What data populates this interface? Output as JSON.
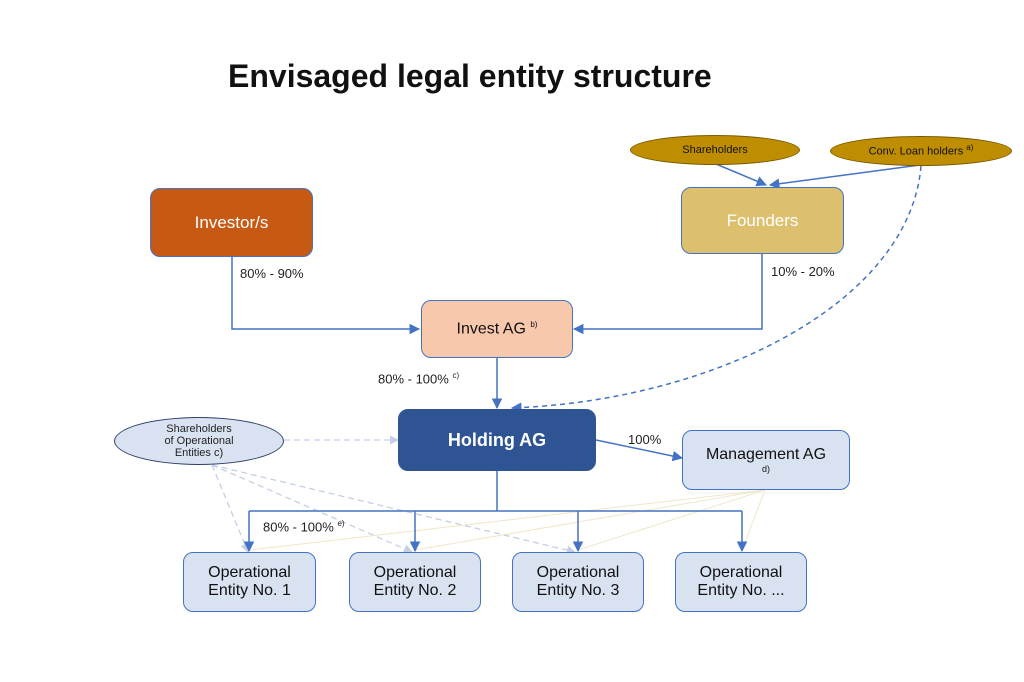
{
  "title": "Envisaged legal entity structure",
  "nodes": {
    "investors": {
      "label": "Investor/s",
      "color": "#c65a14"
    },
    "founders": {
      "label": "Founders",
      "color": "#dcc06e"
    },
    "shareholders": {
      "label": "Shareholders",
      "color": "#bf8e00"
    },
    "conv_loan_holders": {
      "label": "Conv. Loan holders",
      "note": "a)",
      "color": "#bf8e00"
    },
    "invest_ag": {
      "label": "Invest AG",
      "note": "b)",
      "color": "#f8c8ac"
    },
    "holding_ag": {
      "label": "Holding AG",
      "color": "#2e5494"
    },
    "management_ag": {
      "label": "Management AG",
      "note": "d)",
      "color": "#d9e2f1"
    },
    "shareholders_operational": {
      "line1": "Shareholders",
      "line2": "of Operational",
      "line3": "Entities c)",
      "color": "#d9e2f1"
    },
    "operational": [
      {
        "line1": "Operational",
        "line2": "Entity No. 1"
      },
      {
        "line1": "Operational",
        "line2": "Entity No. 2"
      },
      {
        "line1": "Operational",
        "line2": "Entity No. 3"
      },
      {
        "line1": "Operational",
        "line2": "Entity No. ..."
      }
    ]
  },
  "edges": {
    "investors_to_invest": "80% - 90%",
    "founders_to_invest": "10% - 20%",
    "invest_to_holding": {
      "text": "80% - 100%",
      "note": "c)"
    },
    "holding_to_management": "100%",
    "holding_to_operational": {
      "text": "80% - 100%",
      "note": "e)"
    }
  },
  "colors": {
    "connector": "#4472c4",
    "box_border": "#4472c4",
    "title": "#111111"
  }
}
